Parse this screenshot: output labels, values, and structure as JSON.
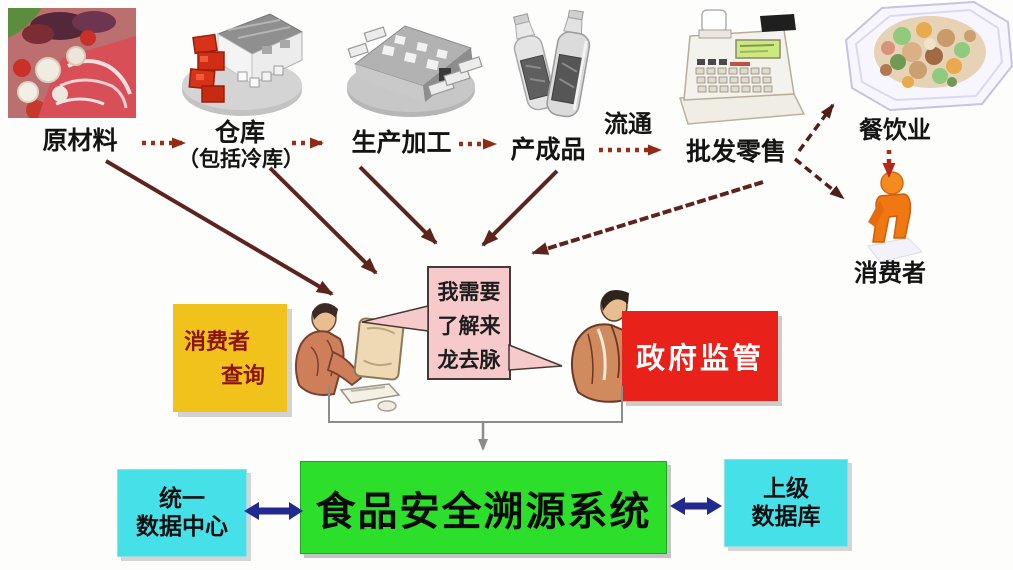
{
  "flow_nodes": {
    "raw_materials": "原材料",
    "warehouse": "仓库",
    "warehouse_note": "（包括冷库）",
    "production": "生产加工",
    "finished_goods": "产成品",
    "circulation": "流通",
    "wholesale_retail": "批发零售",
    "catering": "餐饮业",
    "consumer": "消费者"
  },
  "consumer_query_box": {
    "line1": "消费者",
    "line2": "查询"
  },
  "speech_box": {
    "line1": "我需要",
    "line2": "了解来",
    "line3": "龙去脉"
  },
  "government_box": {
    "label": "政府监管"
  },
  "data_center_box": {
    "line1": "统一",
    "line2": "数据中心"
  },
  "system_box": {
    "label": "食品安全溯源系统"
  },
  "superior_db_box": {
    "line1": "上级",
    "line2": "数据库"
  },
  "icons": {
    "raw_materials": "raw-food-photo",
    "warehouse": "warehouse-icon",
    "production": "factory-icon",
    "finished_goods": "bottles-icon",
    "wholesale_retail": "cash-register-icon",
    "catering": "food-plate-icon",
    "consumer": "person-figure-icon",
    "query_person": "person-at-computer-icon",
    "inspector_person": "inspector-person-icon"
  },
  "colors": {
    "consumer_query_bg": "#f1c21b",
    "consumer_query_text": "#8b150c",
    "speech_bg": "#f6caca",
    "government_bg": "#e8211a",
    "government_text": "#ffffff",
    "cyan_box_bg": "#46e1e8",
    "system_bg": "#2cdf2a",
    "chain_arrow": "#9a2f18",
    "converge_arrow": "#5c241c",
    "link_arrow_navy": "#232a8f",
    "bracket_gray": "#8c8c8c"
  }
}
